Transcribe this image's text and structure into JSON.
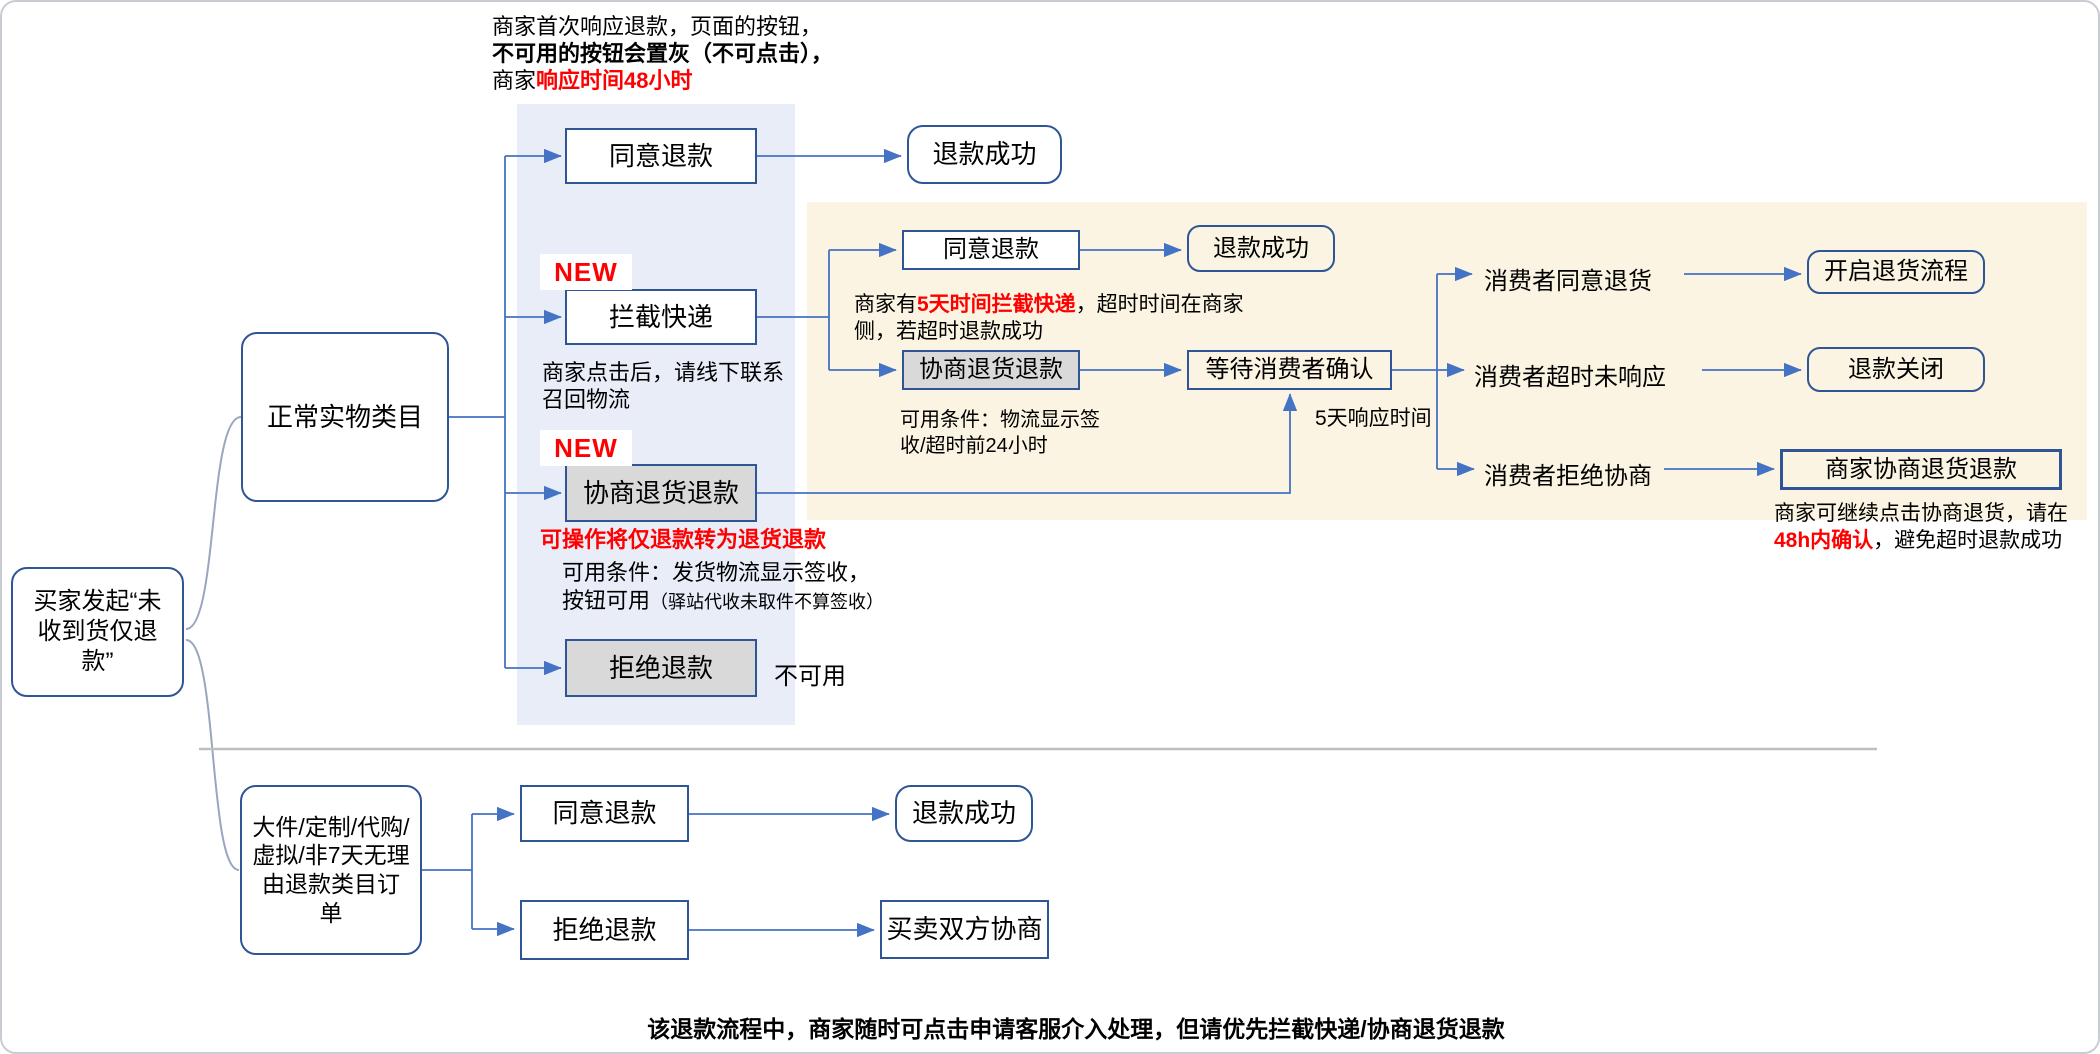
{
  "colors": {
    "box_border_blue": "#2f5597",
    "connector_blue": "#4472c4",
    "brace_gray_blue": "#9aa6c0",
    "panel_light_blue": "#e9edf8",
    "panel_beige": "#fbf4e2",
    "gray_button_fill": "#d9d9d9",
    "divider_gray": "#bfbfbf",
    "emphasis_red": "#ff0000"
  },
  "top_note": {
    "line1": "商家首次响应退款，页面的按钮，",
    "line2": "不可用的按钮会置灰（不可点击），",
    "line3_prefix": "商家",
    "line3_red": "响应时间48小时"
  },
  "flow": {
    "root": "买家发起“未收到货仅退款”",
    "normal_category": "正常实物类目",
    "special_category": "大件/定制/代购/虚拟/非7天无理由退款类目订单",
    "new_badge": "NEW",
    "btn_agree": "同意退款",
    "btn_intercept": "拦截快递",
    "btn_negotiate": "协商退货退款",
    "btn_reject": "拒绝退款",
    "top_refund_success": "退款成功",
    "note_intercept": "商家点击后，请线下联系召回物流",
    "note_negotiate_red": "可操作将仅退款转为退货退款",
    "note_condition_line1": "可用条件：发货物流显示签收，",
    "note_condition_line2": "按钮可用",
    "note_condition_line2_small": "（驿站代收未取件不算签收）",
    "note_reject": "不可用",
    "beige": {
      "agree": "同意退款",
      "refund_success": "退款成功",
      "note_prefix": "商家有",
      "note_red": "5天时间拦截快递",
      "note_suffix": "，超时时间在商家侧，若超时退款成功",
      "negotiate": "协商退货退款",
      "wait_confirm": "等待消费者确认",
      "condition": "可用条件：物流显示签收/超时前24小时",
      "response_time": "5天响应时间"
    },
    "consumer_outcomes": [
      {
        "label": "消费者同意退货",
        "result": "开启退货流程"
      },
      {
        "label": "消费者超时未响应",
        "result": "退款关闭"
      },
      {
        "label": "消费者拒绝协商",
        "result": "商家协商退货退款"
      }
    ],
    "outcome_note": {
      "prefix": "商家可继续点击协商退货，请在",
      "red": "48h内确认",
      "suffix": "，避免超时退款成功"
    },
    "special_branch": {
      "agree": "同意退款",
      "refund_success": "退款成功",
      "reject": "拒绝退款",
      "negotiate_both": "买卖双方协商"
    }
  },
  "footer_note": "该退款流程中，商家随时可点击申请客服介入处理，但请优先拦截快递/协商退货退款"
}
